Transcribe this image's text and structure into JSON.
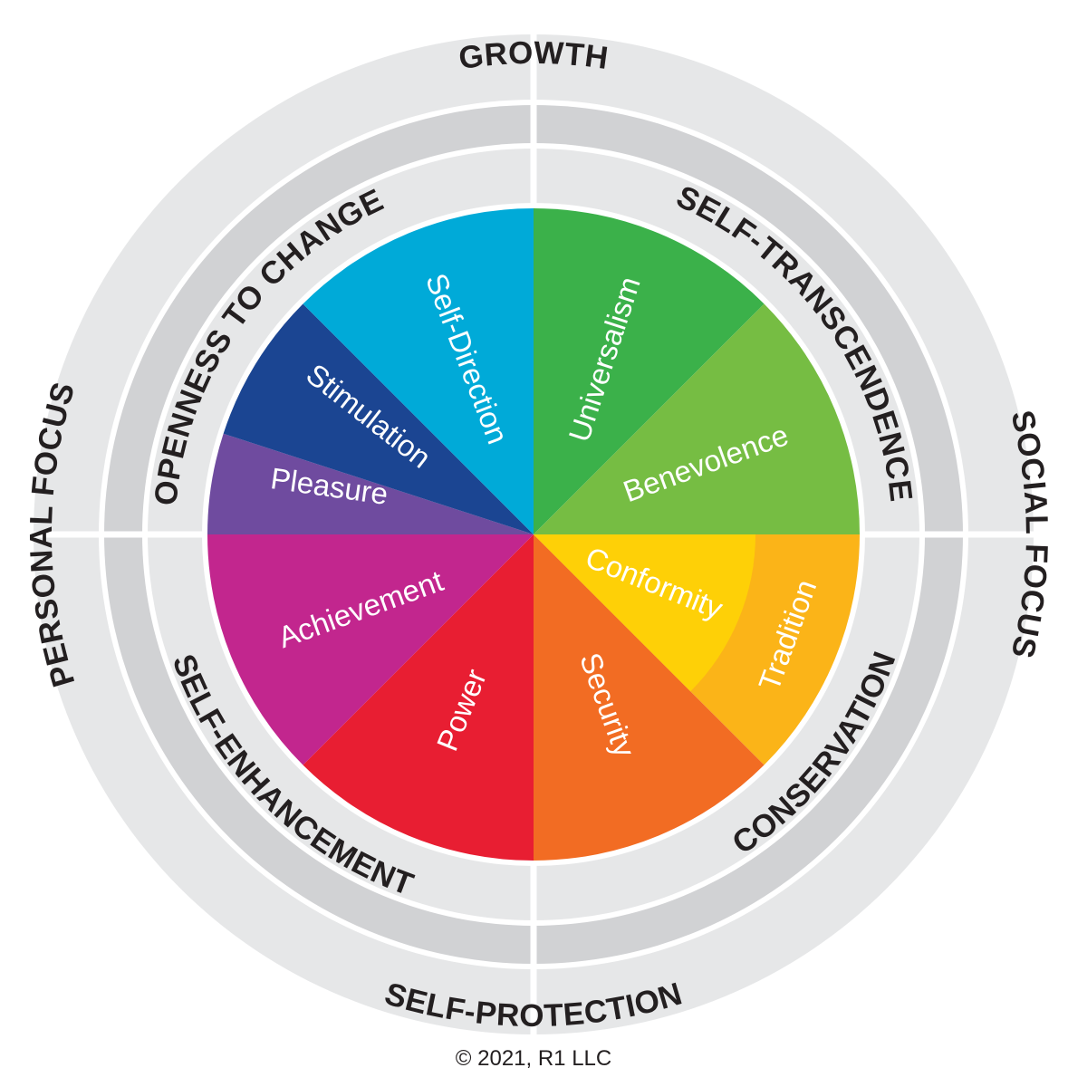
{
  "outer_labels": {
    "top": "GROWTH",
    "bottom": "SELF-PROTECTION",
    "left": "PERSONAL FOCUS",
    "right": "SOCIAL FOCUS"
  },
  "ring_labels": {
    "top_left": "OPENNESS TO CHANGE",
    "top_right": "SELF-TRANSCENDENCE",
    "bottom_left": "SELF-ENHANCEMENT",
    "bottom_right": "CONSERVATION"
  },
  "values": {
    "self_direction": "Self-Direction",
    "stimulation": "Stimulation",
    "pleasure": "Pleasure",
    "achievement": "Achievement",
    "power": "Power",
    "security": "Security",
    "conformity": "Conformity",
    "tradition": "Tradition",
    "benevolence": "Benevolence",
    "universalism": "Universalism"
  },
  "colors": {
    "self_direction": "#00aad8",
    "stimulation": "#1b4592",
    "pleasure": "#6f4b9f",
    "achievement": "#c2268e",
    "power": "#e81e32",
    "security": "#f26c23",
    "conformity": "#fed007",
    "tradition": "#fbb418",
    "benevolence": "#76bd43",
    "universalism": "#3bb14a",
    "outer_ring": "#e6e7e8",
    "middle_ring": "#d1d2d4",
    "label_text": "#231f20"
  },
  "copyright": "© 2021, R1 LLC"
}
